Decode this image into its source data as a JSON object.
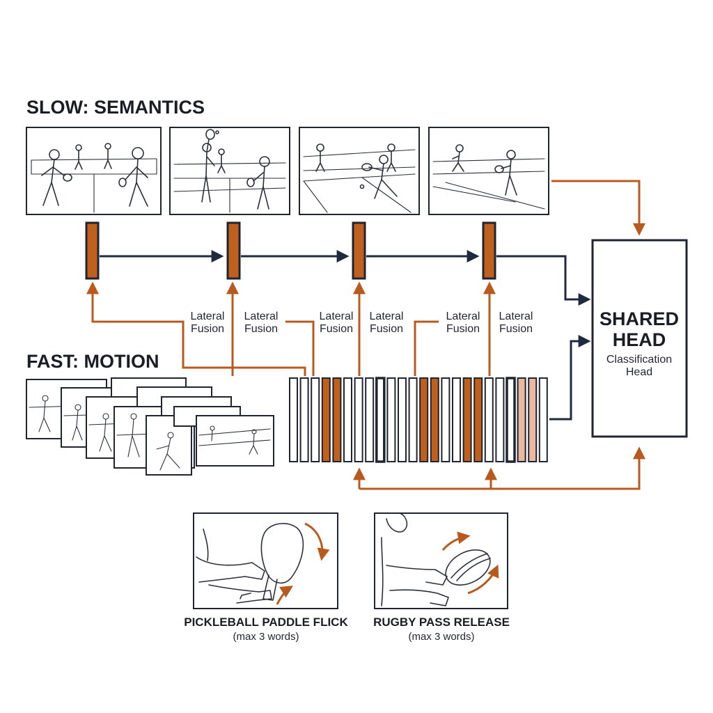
{
  "slow_title": "SLOW: SEMANTICS",
  "fast_title": "FAST: MOTION",
  "fusion_labels": [
    [
      "Lateral",
      "Fusion"
    ],
    [
      "Lateral",
      "Fusion"
    ],
    [
      "Lateral",
      "Fusion"
    ],
    [
      "Lateral",
      "Fusion"
    ],
    [
      "Lateral",
      "Fusion"
    ],
    [
      "Lateral",
      "Fusion"
    ]
  ],
  "head": {
    "title_line1": "SHARED",
    "title_line2": "HEAD",
    "sub_line1": "Classification",
    "sub_line2": "Head"
  },
  "examples": [
    {
      "title": "PICKLEBALL PADDLE FLICK",
      "subtitle": "(max 3 words)"
    },
    {
      "title": "RUGBY PASS RELEASE",
      "subtitle": "(max 3 words)"
    }
  ],
  "colors": {
    "navy": "#1f2a3d",
    "orange": "#b85a1e",
    "bar_fill": "#c0601f",
    "light_bar": "#e8b9a0"
  },
  "fast_bars": {
    "count": 24,
    "highlighted": [
      3,
      4,
      12,
      13,
      16,
      17
    ],
    "emphasized": [
      8,
      20
    ],
    "light": [
      21,
      22
    ]
  },
  "icons": [
    "pickleball-player-icon",
    "rugby-player-icon",
    "curved-arrow-icon"
  ]
}
